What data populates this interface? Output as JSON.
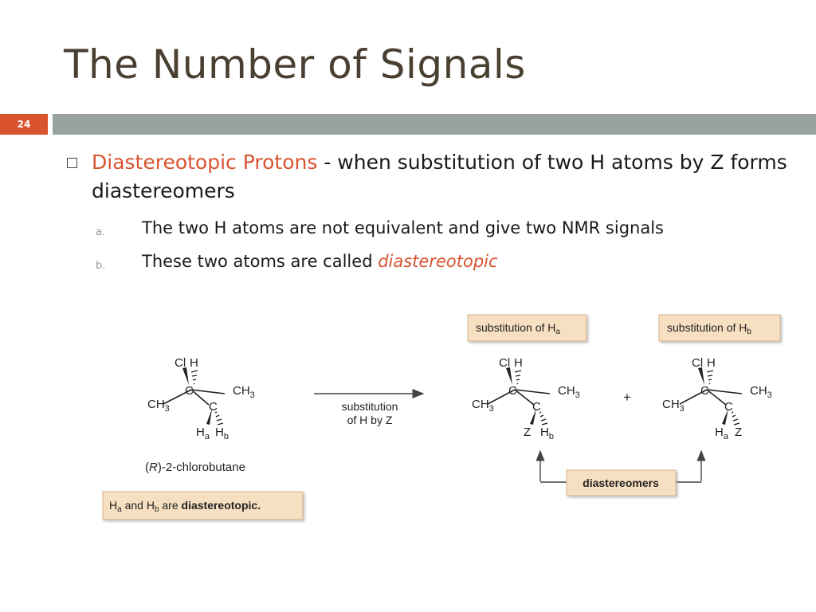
{
  "slide": {
    "title": "The Number of Signals",
    "page_number": "24"
  },
  "bullet": {
    "term": "Diastereotopic Protons",
    "definition": " - when substitution of two H atoms by Z forms diastereomers",
    "sub_items": [
      {
        "marker": "a.",
        "text": "The two H atoms are not equivalent and give two NMR signals"
      },
      {
        "marker": "b.",
        "text": "These two atoms are called ",
        "emphasis": "diastereotopic"
      }
    ]
  },
  "figure": {
    "label_cl": "Cl",
    "label_h": "H",
    "label_c": "C",
    "label_ch": "CH",
    "label_sub3": "3",
    "label_ha_base": "H",
    "label_a": "a",
    "label_b": "b",
    "label_z": "Z",
    "molecule_prefix": "(",
    "molecule_r": "R",
    "molecule_name": ")-2-chlorobutane",
    "arrow_line1": "substitution",
    "arrow_line2": "of H by Z",
    "box_ha_text": "substitution of H",
    "box_hb_text": "substitution of H",
    "plus": "+",
    "diastereomers_box": "diastereomers",
    "note_h": "H",
    "note_and": " and H",
    "note_are": " are ",
    "note_bold": "diastereotopic.",
    "box_fill": "#f7dfc1",
    "box_border": "#d6b48a"
  }
}
